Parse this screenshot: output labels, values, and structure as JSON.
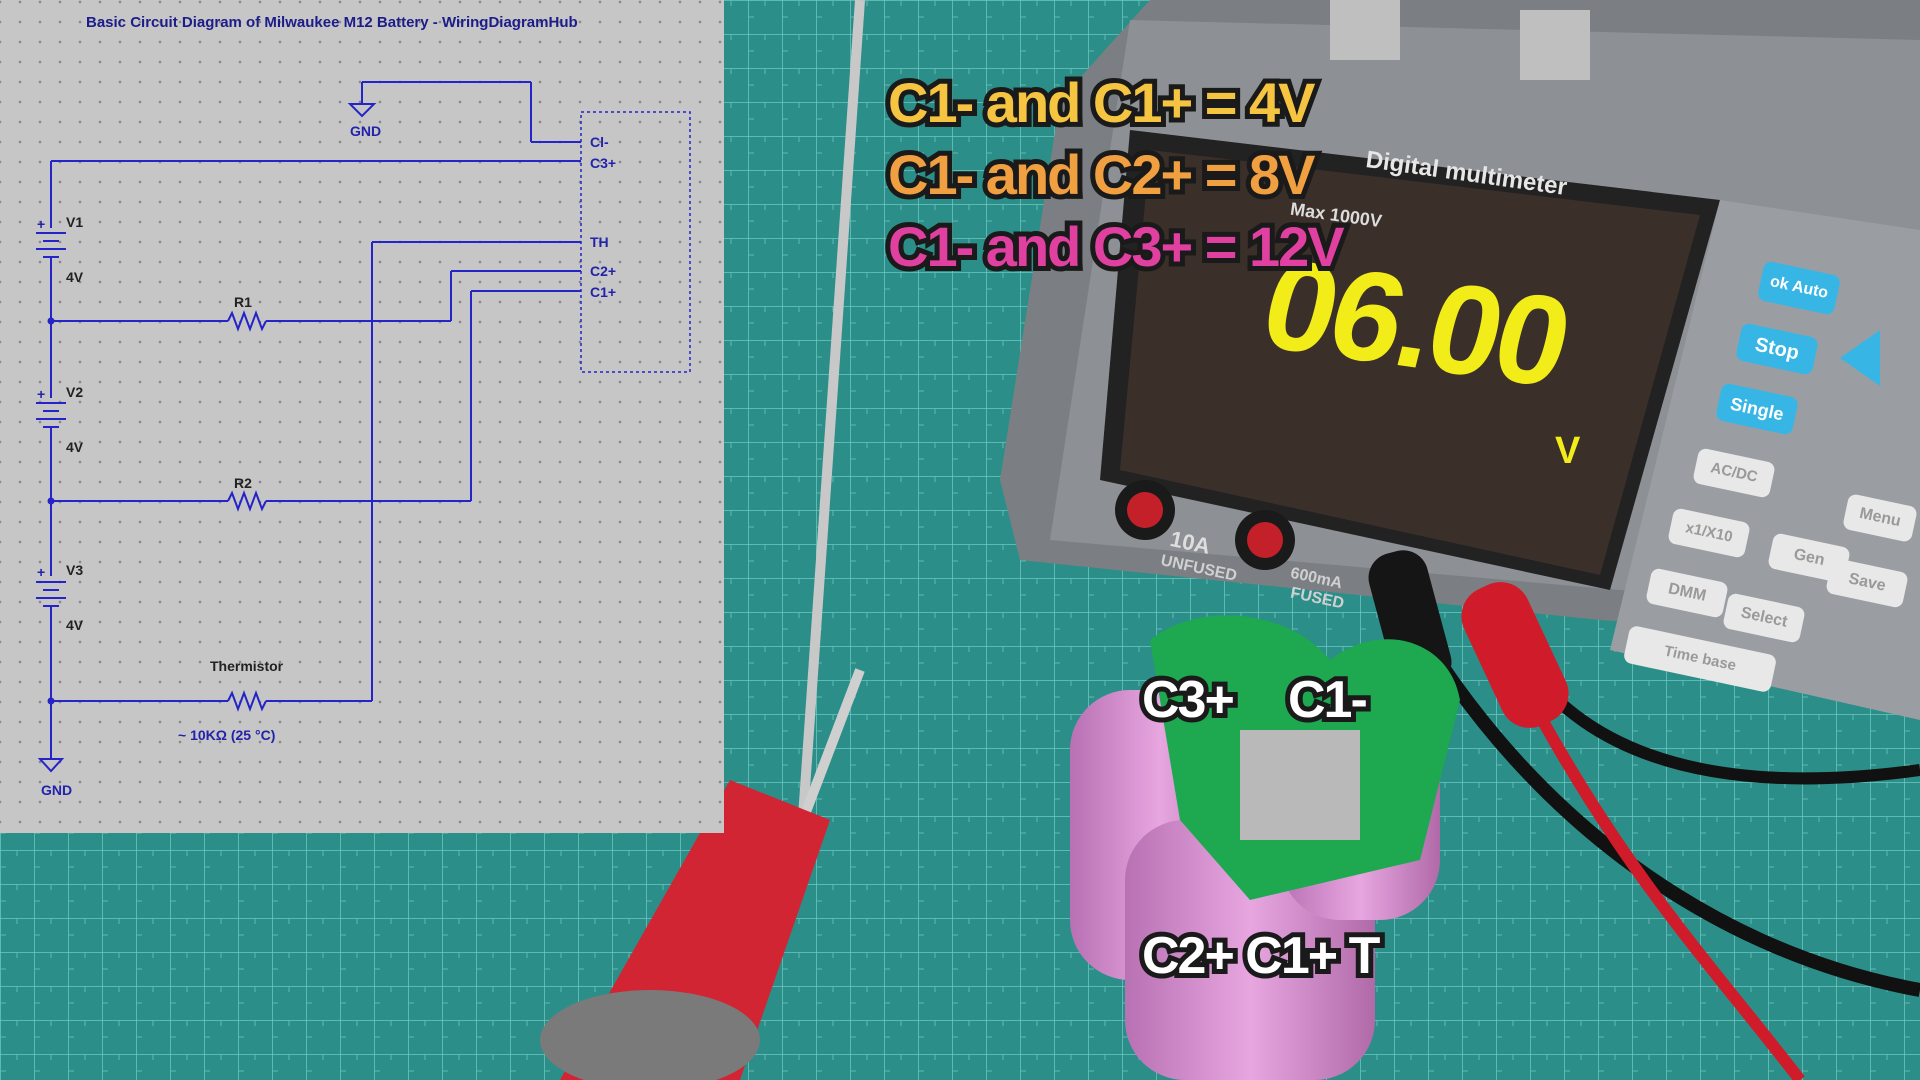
{
  "diagram": {
    "title": "Basic Circuit Diagram of Milwaukee M12 Battery - WiringDiagramHub",
    "gnd_top": "GND",
    "gnd_bottom": "GND",
    "pins": [
      "Cl-",
      "C3+",
      "TH",
      "C2+",
      "C1+"
    ],
    "cells": [
      {
        "name": "V1",
        "voltage": "4V"
      },
      {
        "name": "V2",
        "voltage": "4V"
      },
      {
        "name": "V3",
        "voltage": "4V"
      }
    ],
    "resistors": [
      "R1",
      "R2"
    ],
    "thermistor_label": "Thermistor",
    "thermistor_value": "~ 10KΩ (25 °C)"
  },
  "overlay": {
    "lines": [
      {
        "text": "C1- and C1+ = 4V",
        "color": "#f5c542"
      },
      {
        "text": "C1- and C2+ = 8V",
        "color": "#f0a040"
      },
      {
        "text": "C1- and C3+ = 12V",
        "color": "#e040a0"
      }
    ],
    "pin_labels": {
      "top_left": "C3+",
      "top_right": "C1-",
      "bottom": "C2+ C1+ T"
    }
  },
  "multimeter": {
    "title": "Digital multimeter",
    "max_label": "Max 1000V",
    "reading": "06.00",
    "unit": "V",
    "jack_10a": "10A",
    "jack_10a_sub": "UNFUSED",
    "jack_ma": "600mA",
    "jack_ma_sub": "FUSED",
    "buttons": [
      "Stop",
      "Single",
      "AC/DC",
      "x1/X10",
      "Gen",
      "DMM",
      "Select",
      "Save",
      "Menu"
    ],
    "button_ok": "ok Auto",
    "button_time_base": "Time base"
  },
  "colors": {
    "wire": "#2424c8",
    "reading": "#f2ec18",
    "mat": "#2a8a86",
    "cell": "#d68ed0",
    "pcb": "#1ea850"
  }
}
